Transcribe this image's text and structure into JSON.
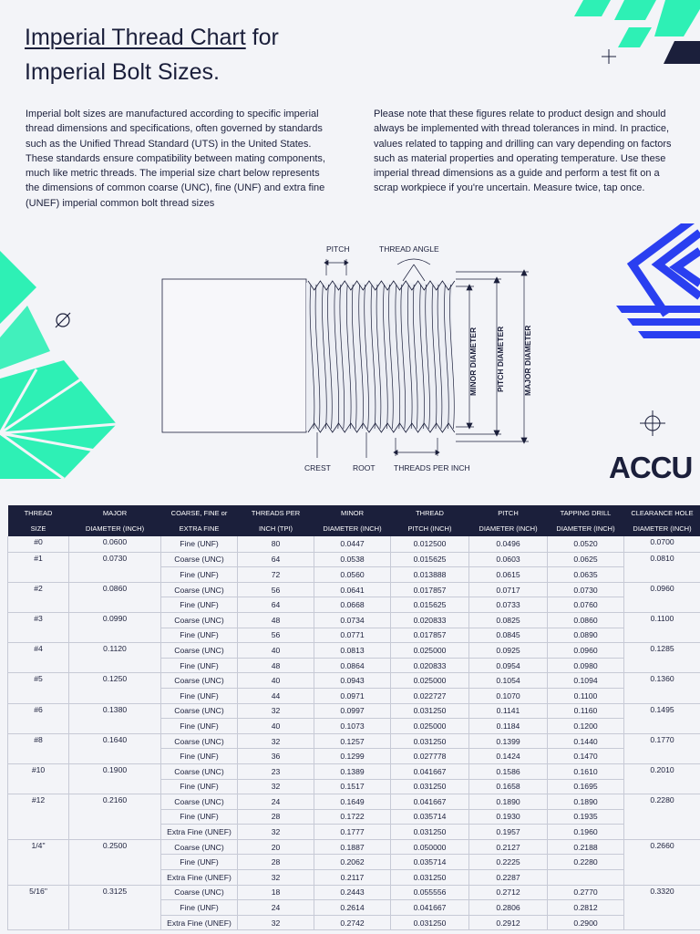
{
  "title": {
    "line1_underlined": "Imperial Thread Chart",
    "line1_rest": " for",
    "line2": "Imperial Bolt Sizes."
  },
  "intro": {
    "left": "Imperial bolt sizes are manufactured according to specific imperial thread dimensions and specifications, often governed by standards such as the Unified Thread Standard (UTS) in the United States. These standards ensure compatibility between mating components, much like metric threads. The imperial size chart below represents the dimensions of common coarse (UNC), fine (UNF) and extra fine (UNEF) imperial common bolt thread sizes",
    "right": "Please note that these figures relate to product design and should always be implemented with thread tolerances in mind. In practice, values related to tapping and drilling can vary depending on factors such as material properties and operating temperature. Use these imperial thread dimensions as a guide and perform a test fit on a scrap workpiece if you're uncertain. Measure twice, tap once."
  },
  "diagram": {
    "pitch": "PITCH",
    "thread_angle": "THREAD ANGLE",
    "minor_diameter": "MINOR DIAMETER",
    "pitch_diameter": "PITCH DIAMETER",
    "major_diameter": "MAJOR DIAMETER",
    "crest": "CREST",
    "root": "ROOT",
    "threads_per_inch": "THREADS PER INCH"
  },
  "logo": "ACCU",
  "colors": {
    "navy": "#1b1f3b",
    "mint": "#2ef0b5",
    "blue": "#2a3ff0"
  },
  "table": {
    "headers": [
      [
        "THREAD",
        "SIZE"
      ],
      [
        "MAJOR",
        "DIAMETER (INCH)"
      ],
      [
        "COARSE, FINE or",
        "EXTRA FINE"
      ],
      [
        "THREADS PER",
        "INCH (TPI)"
      ],
      [
        "MINOR",
        "DIAMETER (INCH)"
      ],
      [
        "THREAD",
        "PITCH (INCH)"
      ],
      [
        "PITCH",
        "DIAMETER (INCH)"
      ],
      [
        "TAPPING DRILL",
        "DIAMETER (INCH)"
      ],
      [
        "CLEARANCE HOLE",
        "DIAMETER (INCH)"
      ]
    ],
    "groups": [
      {
        "size": "#0",
        "major": "0.0600",
        "clearance": "0.0700",
        "rows": [
          [
            "Fine (UNF)",
            "80",
            "0.0447",
            "0.012500",
            "0.0496",
            "0.0520"
          ]
        ]
      },
      {
        "size": "#1",
        "major": "0.0730",
        "clearance": "0.0810",
        "rows": [
          [
            "Coarse (UNC)",
            "64",
            "0.0538",
            "0.015625",
            "0.0603",
            "0.0625"
          ],
          [
            "Fine (UNF)",
            "72",
            "0.0560",
            "0.013888",
            "0.0615",
            "0.0635"
          ]
        ]
      },
      {
        "size": "#2",
        "major": "0.0860",
        "clearance": "0.0960",
        "rows": [
          [
            "Coarse (UNC)",
            "56",
            "0.0641",
            "0.017857",
            "0.0717",
            "0.0730"
          ],
          [
            "Fine (UNF)",
            "64",
            "0.0668",
            "0.015625",
            "0.0733",
            "0.0760"
          ]
        ]
      },
      {
        "size": "#3",
        "major": "0.0990",
        "clearance": "0.1100",
        "rows": [
          [
            "Coarse (UNC)",
            "48",
            "0.0734",
            "0.020833",
            "0.0825",
            "0.0860"
          ],
          [
            "Fine (UNF)",
            "56",
            "0.0771",
            "0.017857",
            "0.0845",
            "0.0890"
          ]
        ]
      },
      {
        "size": "#4",
        "major": "0.1120",
        "clearance": "0.1285",
        "rows": [
          [
            "Coarse (UNC)",
            "40",
            "0.0813",
            "0.025000",
            "0.0925",
            "0.0960"
          ],
          [
            "Fine (UNF)",
            "48",
            "0.0864",
            "0.020833",
            "0.0954",
            "0.0980"
          ]
        ]
      },
      {
        "size": "#5",
        "major": "0.1250",
        "clearance": "0.1360",
        "rows": [
          [
            "Coarse (UNC)",
            "40",
            "0.0943",
            "0.025000",
            "0.1054",
            "0.1094"
          ],
          [
            "Fine (UNF)",
            "44",
            "0.0971",
            "0.022727",
            "0.1070",
            "0.1100"
          ]
        ]
      },
      {
        "size": "#6",
        "major": "0.1380",
        "clearance": "0.1495",
        "rows": [
          [
            "Coarse (UNC)",
            "32",
            "0.0997",
            "0.031250",
            "0.1141",
            "0.1160"
          ],
          [
            "Fine (UNF)",
            "40",
            "0.1073",
            "0.025000",
            "0.1184",
            "0.1200"
          ]
        ]
      },
      {
        "size": "#8",
        "major": "0.1640",
        "clearance": "0.1770",
        "rows": [
          [
            "Coarse (UNC)",
            "32",
            "0.1257",
            "0.031250",
            "0.1399",
            "0.1440"
          ],
          [
            "Fine (UNF)",
            "36",
            "0.1299",
            "0.027778",
            "0.1424",
            "0.1470"
          ]
        ]
      },
      {
        "size": "#10",
        "major": "0.1900",
        "clearance": "0.2010",
        "rows": [
          [
            "Coarse (UNC)",
            "23",
            "0.1389",
            "0.041667",
            "0.1586",
            "0.1610"
          ],
          [
            "Fine (UNF)",
            "32",
            "0.1517",
            "0.031250",
            "0.1658",
            "0.1695"
          ]
        ]
      },
      {
        "size": "#12",
        "major": "0.2160",
        "clearance": "0.2280",
        "rows": [
          [
            "Coarse (UNC)",
            "24",
            "0.1649",
            "0.041667",
            "0.1890",
            "0.1890"
          ],
          [
            "Fine (UNF)",
            "28",
            "0.1722",
            "0.035714",
            "0.1930",
            "0.1935"
          ],
          [
            "Extra Fine (UNEF)",
            "32",
            "0.1777",
            "0.031250",
            "0.1957",
            "0.1960"
          ]
        ]
      },
      {
        "size": "1/4\"",
        "major": "0.2500",
        "clearance": "0.2660",
        "rows": [
          [
            "Coarse (UNC)",
            "20",
            "0.1887",
            "0.050000",
            "0.2127",
            "0.2188"
          ],
          [
            "Fine (UNF)",
            "28",
            "0.2062",
            "0.035714",
            "0.2225",
            "0.2280"
          ],
          [
            "Extra Fine (UNEF)",
            "32",
            "0.2117",
            "0.031250",
            "0.2287",
            ""
          ]
        ]
      },
      {
        "size": "5/16\"",
        "major": "0.3125",
        "clearance": "0.3320",
        "rows": [
          [
            "Coarse (UNC)",
            "18",
            "0.2443",
            "0.055556",
            "0.2712",
            "0.2770"
          ],
          [
            "Fine (UNF)",
            "24",
            "0.2614",
            "0.041667",
            "0.2806",
            "0.2812"
          ],
          [
            "Extra Fine (UNEF)",
            "32",
            "0.2742",
            "0.031250",
            "0.2912",
            "0.2900"
          ]
        ]
      }
    ]
  }
}
